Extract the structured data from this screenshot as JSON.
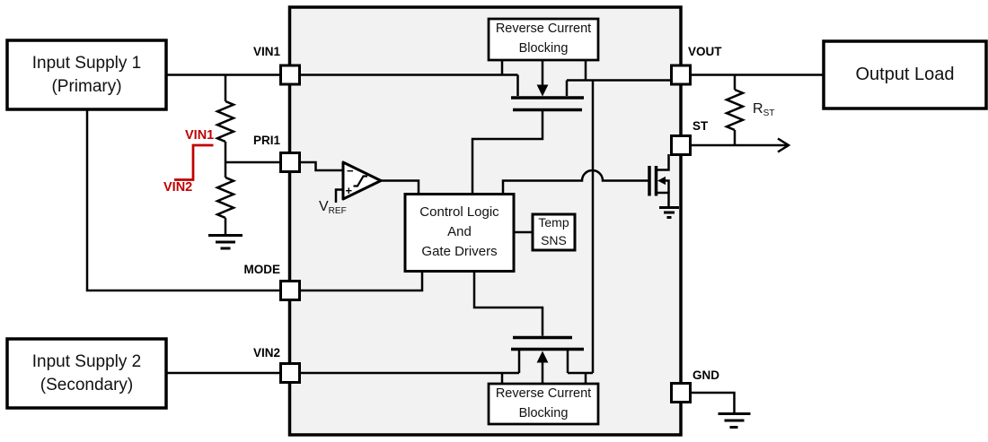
{
  "colors": {
    "line": "#000000",
    "ic_fill": "#f2f2f2",
    "box_fill": "#ffffff",
    "waveform_red": "#c00000"
  },
  "external_boxes": {
    "input_supply_1": {
      "line1": "Input Supply 1",
      "line2": "(Primary)"
    },
    "input_supply_2": {
      "line1": "Input Supply 2",
      "line2": "(Secondary)"
    },
    "output_load": {
      "label": "Output Load"
    }
  },
  "ic_blocks": {
    "rcb_top": {
      "line1": "Reverse Current",
      "line2": "Blocking"
    },
    "rcb_bottom": {
      "line1": "Reverse Current",
      "line2": "Blocking"
    },
    "control_logic": {
      "line1": "Control Logic",
      "line2": "And",
      "line3": "Gate Drivers"
    },
    "temp_sns": {
      "line1": "Temp",
      "line2": "SNS"
    }
  },
  "pins": {
    "vin1": "VIN1",
    "pri1": "PRI1",
    "mode": "MODE",
    "vin2": "VIN2",
    "vout": "VOUT",
    "st": "ST",
    "gnd": "GND"
  },
  "labels": {
    "vref": {
      "base": "V",
      "sub": "REF"
    },
    "rst": {
      "base": "R",
      "sub": "ST"
    },
    "comparator": {
      "minus": "−",
      "plus": "+"
    }
  },
  "waveform": {
    "high_label": "VIN1",
    "low_label": "VIN2",
    "color": "#c00000"
  }
}
